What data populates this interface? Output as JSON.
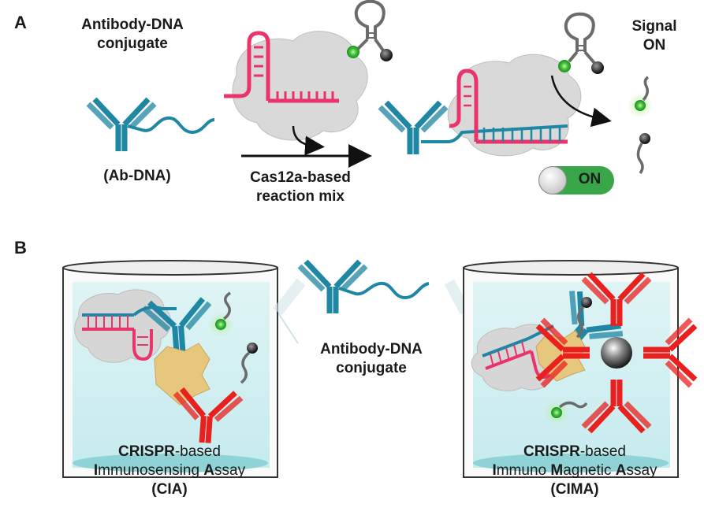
{
  "panel_a": {
    "letter": "A",
    "conjugate_line1": "Antibody-DNA",
    "conjugate_line2": "conjugate",
    "abdna": "(Ab-DNA)",
    "mix_line1": "Cas12a-based",
    "mix_line2": "reaction mix",
    "signal_line1": "Signal",
    "signal_line2": "ON",
    "switch_label": "ON"
  },
  "panel_b": {
    "letter": "B",
    "center_line1": "Antibody-DNA",
    "center_line2": "conjugate",
    "left_caption": {
      "w1b": "CRISPR",
      "w1": "-based",
      "w2b": "I",
      "w2": "mmunosensing ",
      "w3b": "A",
      "w3": "ssay",
      "abbr": "(CIA)"
    },
    "right_caption": {
      "w1b": "CRISPR",
      "w1": "-based",
      "w2b": "I",
      "w2": "mmuno ",
      "w3b": "M",
      "w3": "agnetic ",
      "w4b": "A",
      "w4": "ssay",
      "abbr": "(CIMA)"
    }
  },
  "colors": {
    "antibody": "#1f86a3",
    "antibody_light": "#4fc1d6",
    "crrna": "#e8336b",
    "cas_blob": "#d9d9d9",
    "capture_antibody": "#e8201e",
    "antigen": "#e7c77e",
    "fluor": "#43c23b",
    "quencher": "#2b2b2b",
    "liquid": "#bfe8ea"
  }
}
